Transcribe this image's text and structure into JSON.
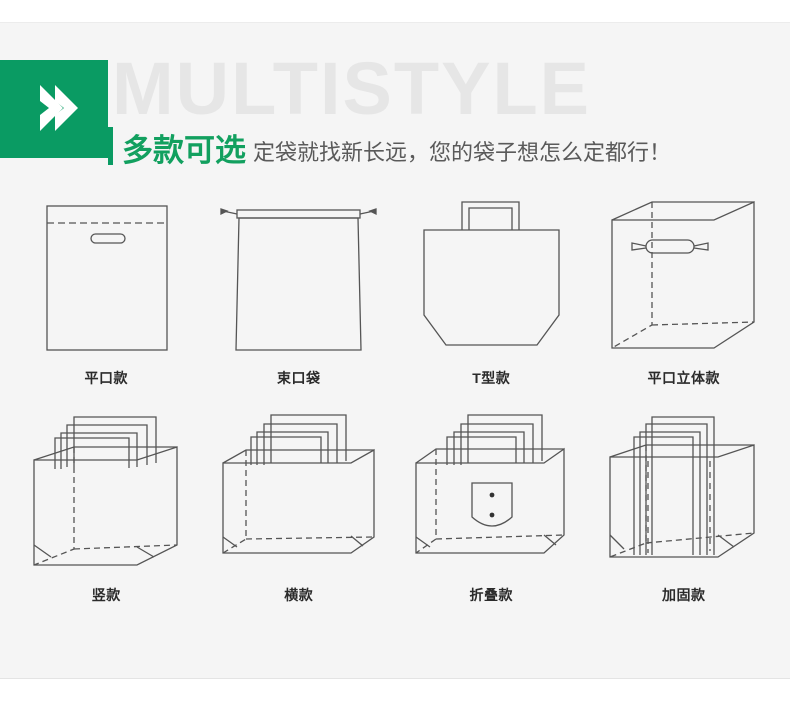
{
  "header": {
    "watermark": "MULTISTYLE",
    "headline_cn": "多款可选",
    "headline_sub": "定袋就找新长远，您的袋子想怎么定都行！",
    "arrow_icon": "chevron-right-icon",
    "accent_color": "#0a9b63",
    "watermark_color": "#e6e6e6",
    "headline_color": "#12a05f",
    "sub_color": "#5a5a5a"
  },
  "bags": [
    {
      "label": "平口款",
      "icon": "flat-mouth-bag-icon"
    },
    {
      "label": "束口袋",
      "icon": "drawstring-bag-icon"
    },
    {
      "label": "T型款",
      "icon": "t-shape-tote-icon"
    },
    {
      "label": "平口立体款",
      "icon": "flat-mouth-3d-bag-icon"
    },
    {
      "label": "竖款",
      "icon": "vertical-handbag-icon"
    },
    {
      "label": "横款",
      "icon": "horizontal-handbag-icon"
    },
    {
      "label": "折叠款",
      "icon": "folding-bag-icon"
    },
    {
      "label": "加固款",
      "icon": "reinforced-bag-icon"
    }
  ]
}
